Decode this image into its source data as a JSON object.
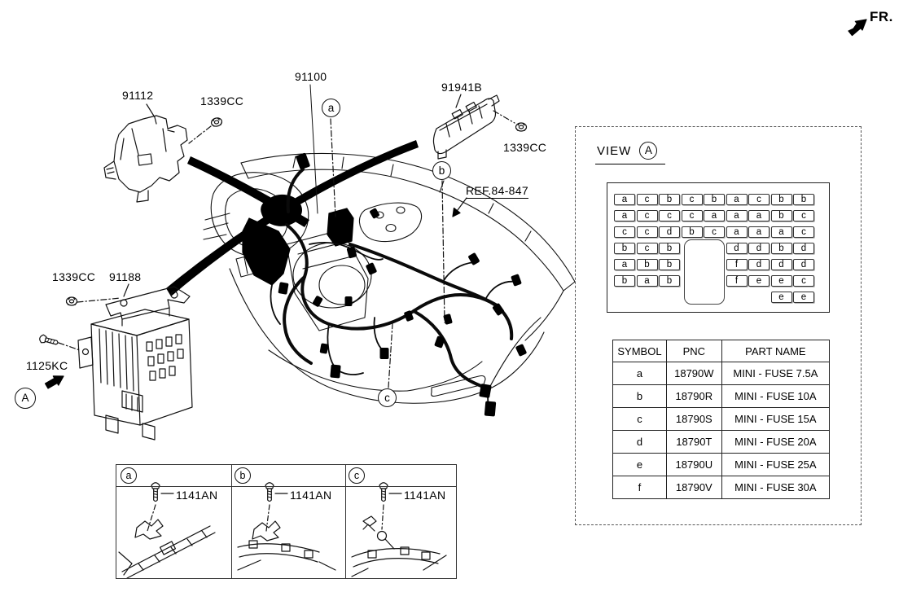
{
  "colors": {
    "ink": "#111111",
    "text": "#000000"
  },
  "fr_label": "FR.",
  "labels": {
    "p91112": "91112",
    "n1339cc_top": "1339CC",
    "p91100": "91100",
    "p91941b": "91941B",
    "n1339cc_right": "1339CC",
    "ref_84_847": "REF.84-847",
    "n1339cc_left": "1339CC",
    "p91188": "91188",
    "b1125kc": "1125KC"
  },
  "callouts": {
    "a": "a",
    "b": "b",
    "c": "c",
    "view_marker": "A"
  },
  "bottom_panels": [
    {
      "callout": "a",
      "bolt_label": "1141AN"
    },
    {
      "callout": "b",
      "bolt_label": "1141AN"
    },
    {
      "callout": "c",
      "bolt_label": "1141AN"
    }
  ],
  "view": {
    "title": "VIEW",
    "marker": "A",
    "fuse_rows": [
      [
        "a",
        "c",
        "b",
        "c",
        "b",
        "a",
        "c",
        "b",
        "b"
      ],
      [
        "a",
        "c",
        "c",
        "c",
        "a",
        "a",
        "a",
        "b",
        "c"
      ],
      [
        "c",
        "c",
        "d",
        "b",
        "c",
        "a",
        "a",
        "a",
        "c"
      ],
      [
        "b",
        "c",
        "b",
        "d",
        "d",
        "b",
        "d"
      ],
      [
        "a",
        "b",
        "b",
        "f",
        "d",
        "d",
        "d"
      ],
      [
        "b",
        "a",
        "b",
        "f",
        "e",
        "e",
        "c"
      ],
      [
        "e",
        "e"
      ]
    ],
    "table": {
      "headers": [
        "SYMBOL",
        "PNC",
        "PART NAME"
      ],
      "rows": [
        [
          "a",
          "18790W",
          "MINI - FUSE 7.5A"
        ],
        [
          "b",
          "18790R",
          "MINI - FUSE 10A"
        ],
        [
          "c",
          "18790S",
          "MINI - FUSE 15A"
        ],
        [
          "d",
          "18790T",
          "MINI - FUSE 20A"
        ],
        [
          "e",
          "18790U",
          "MINI - FUSE 25A"
        ],
        [
          "f",
          "18790V",
          "MINI - FUSE 30A"
        ]
      ]
    }
  }
}
